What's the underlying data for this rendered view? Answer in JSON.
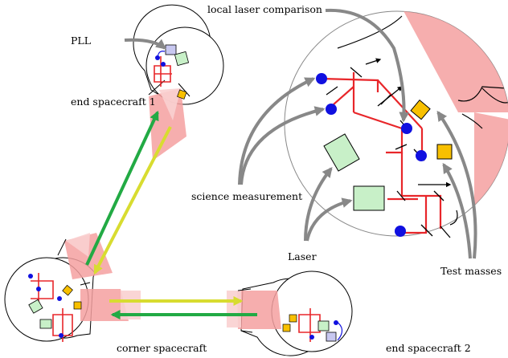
{
  "labels": {
    "local_laser": "local laser comparison",
    "pll": "PLL",
    "end_sc1": "end spacecraft 1",
    "science": "science measurement",
    "laser": "Laser",
    "test_masses": "Test masses",
    "corner": "corner spacecraft",
    "end_sc2": "end spacecraft 2"
  },
  "colors": {
    "beam_pink": "#f4a0a0",
    "beam_light": "#f9d0d0",
    "bench_red": "#e8262a",
    "photodiode_blue": "#1010e0",
    "test_mass_orange": "#f8c000",
    "laser_green": "#c8f0c8",
    "pll_lavender": "#c8c8f0",
    "arrow_green": "#22aa44",
    "arrow_yellow": "#d8dc30",
    "annot_grey": "#888888"
  }
}
